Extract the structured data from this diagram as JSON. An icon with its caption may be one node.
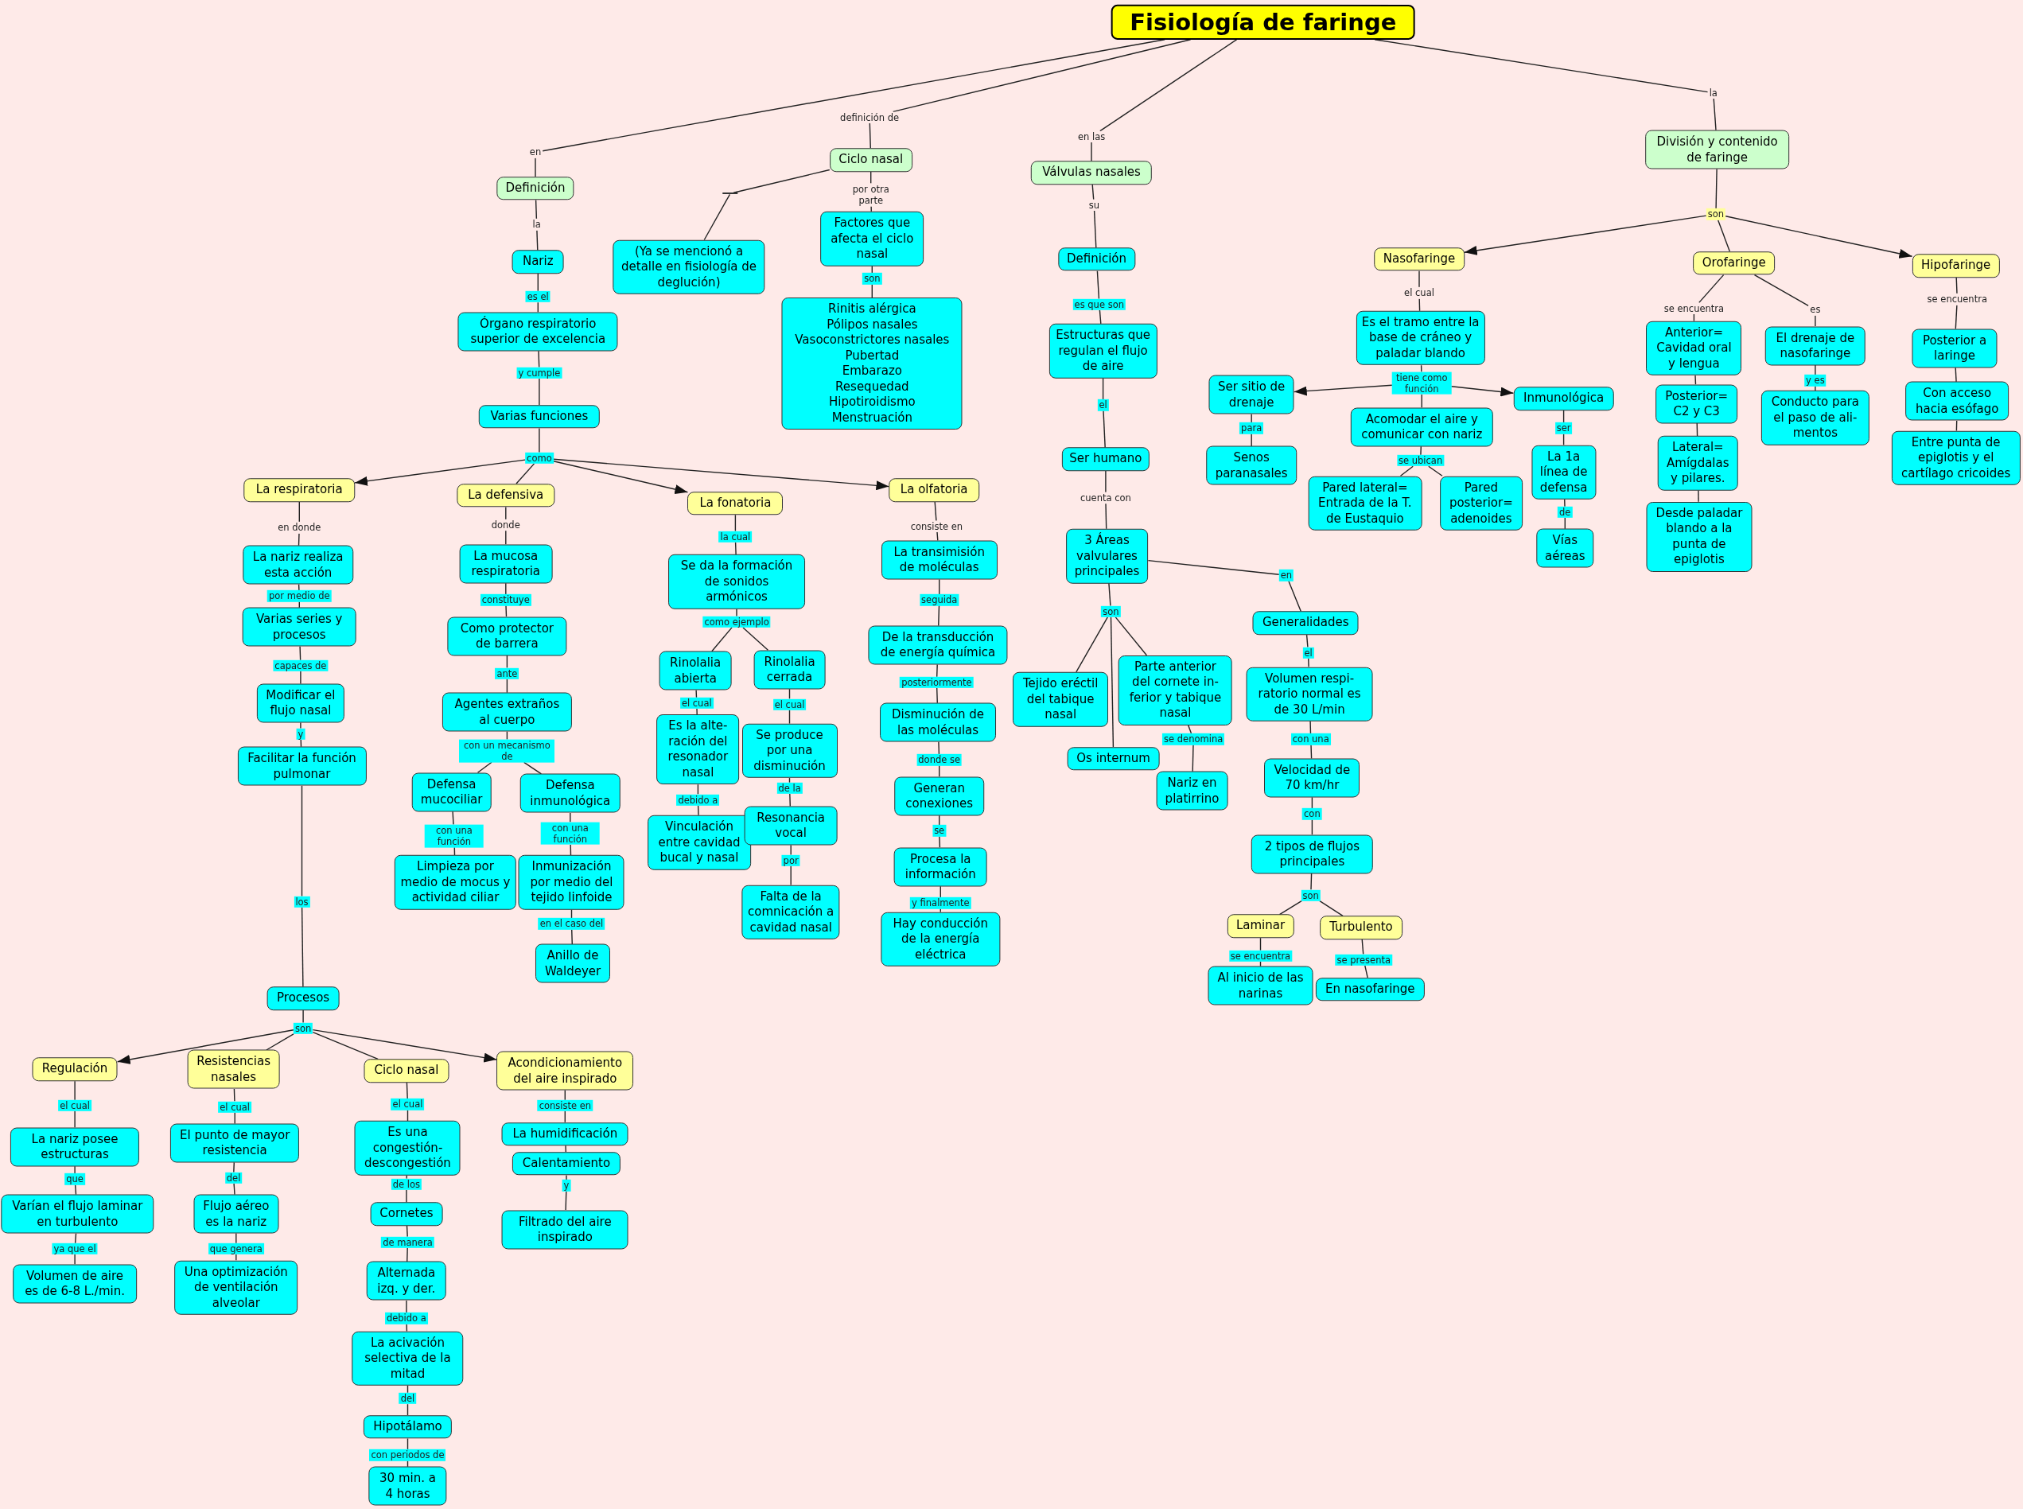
{
  "diagram": {
    "nodes": [
      {
        "text": [
          "Fisiología de faringe"
        ]
      },
      {
        "text": [
          "en"
        ]
      },
      {
        "text": [
          "definición de"
        ]
      },
      {
        "text": [
          "en las"
        ]
      },
      {
        "text": [
          "la"
        ]
      },
      {
        "text": [
          "Definición"
        ]
      },
      {
        "text": [
          "Ciclo nasal"
        ]
      },
      {
        "text": [
          "Válvulas nasales"
        ]
      },
      {
        "text": [
          "División y contenido de faringe"
        ]
      },
      {
        "text": [
          "la"
        ]
      },
      {
        "text": [
          "Nariz"
        ]
      },
      {
        "text": [
          "es el"
        ]
      },
      {
        "text": [
          "Órgano respiratorio superior de excelencia"
        ]
      },
      {
        "text": [
          "y cumple"
        ]
      },
      {
        "text": [
          "Varias funciones"
        ]
      },
      {
        "text": [
          "como"
        ]
      },
      {
        "text": [
          "La respiratoria"
        ]
      },
      {
        "text": [
          "La defensiva"
        ]
      },
      {
        "text": [
          "La fonatoria"
        ]
      },
      {
        "text": [
          "La olfatoria"
        ]
      },
      {
        "text": [
          "en donde"
        ]
      },
      {
        "text": [
          "La nariz realiza esta acción"
        ]
      },
      {
        "text": [
          "por medio de"
        ]
      },
      {
        "text": [
          "Varias series y procesos"
        ]
      },
      {
        "text": [
          "capaces de"
        ]
      },
      {
        "text": [
          "Modificar el flujo nasal"
        ]
      },
      {
        "text": [
          "y"
        ]
      },
      {
        "text": [
          "Facilitar la función pulmonar"
        ]
      },
      {
        "text": [
          "los"
        ]
      },
      {
        "text": [
          "Procesos"
        ]
      },
      {
        "text": [
          "son"
        ]
      },
      {
        "text": [
          "Regulación"
        ]
      },
      {
        "text": [
          "Resistencias nasales"
        ]
      },
      {
        "text": [
          "Ciclo nasal"
        ]
      },
      {
        "text": [
          "Acondicionamiento del aire inspirado"
        ]
      },
      {
        "text": [
          "el cual"
        ]
      },
      {
        "text": [
          "La nariz posee estructuras"
        ]
      },
      {
        "text": [
          "que"
        ]
      },
      {
        "text": [
          "Varían el flujo laminar en turbulento"
        ]
      },
      {
        "text": [
          "ya que el"
        ]
      },
      {
        "text": [
          "Volumen de aire es de 6-8 L./min."
        ]
      },
      {
        "text": [
          "el cual"
        ]
      },
      {
        "text": [
          "El punto de mayor resistencia"
        ]
      },
      {
        "text": [
          "del"
        ]
      },
      {
        "text": [
          "Flujo aéreo es la nariz"
        ]
      },
      {
        "text": [
          "que genera"
        ]
      },
      {
        "text": [
          "Una optimización de ventilación alveolar"
        ]
      },
      {
        "text": [
          "el cual"
        ]
      },
      {
        "text": [
          "Es una congestión- descongestión"
        ]
      },
      {
        "text": [
          "de los"
        ]
      },
      {
        "text": [
          "Cornetes"
        ]
      },
      {
        "text": [
          "de manera"
        ]
      },
      {
        "text": [
          "Alternada izq. y der."
        ]
      },
      {
        "text": [
          "debido a"
        ]
      },
      {
        "text": [
          "La acivación selectiva de la mitad"
        ]
      },
      {
        "text": [
          "del"
        ]
      },
      {
        "text": [
          "Hipotálamo"
        ]
      },
      {
        "text": [
          "con periodos de"
        ]
      },
      {
        "text": [
          "30 min. a 4 horas"
        ]
      },
      {
        "text": [
          "consiste en"
        ]
      },
      {
        "text": [
          "La humidificación"
        ]
      },
      {
        "text": [
          "Calentamiento"
        ]
      },
      {
        "text": [
          "y"
        ]
      },
      {
        "text": [
          "Filtrado del aire inspirado"
        ]
      },
      {
        "text": [
          "donde"
        ]
      },
      {
        "text": [
          "La mucosa respiratoria"
        ]
      },
      {
        "text": [
          "constituye"
        ]
      },
      {
        "text": [
          "Como protector de barrera"
        ]
      },
      {
        "text": [
          "ante"
        ]
      },
      {
        "text": [
          "Agentes extraños al cuerpo"
        ]
      },
      {
        "text": [
          "con un mecanismo de"
        ]
      },
      {
        "text": [
          "Defensa mucociliar"
        ]
      },
      {
        "text": [
          "Defensa inmunológica"
        ]
      },
      {
        "text": [
          "con una función"
        ]
      },
      {
        "text": [
          "Limpieza por medio de mocus y actividad ciliar"
        ]
      },
      {
        "text": [
          "con una función"
        ]
      },
      {
        "text": [
          "Inmunización por medio del tejido linfoide"
        ]
      },
      {
        "text": [
          "en el caso del"
        ]
      },
      {
        "text": [
          "Anillo de Waldeyer"
        ]
      },
      {
        "text": [
          "la cual"
        ]
      },
      {
        "text": [
          "Se da la formación de sonidos armónicos"
        ]
      },
      {
        "text": [
          "como ejemplo"
        ]
      },
      {
        "text": [
          "Rinolalia abierta"
        ]
      },
      {
        "text": [
          "Rinolalia cerrada"
        ]
      },
      {
        "text": [
          "el cual"
        ]
      },
      {
        "text": [
          "Es la alte- ración del resonador nasal"
        ]
      },
      {
        "text": [
          "debido a"
        ]
      },
      {
        "text": [
          "Vinculación entre cavidad bucal y nasal"
        ]
      },
      {
        "text": [
          "el cual"
        ]
      },
      {
        "text": [
          "Se produce por una disminución"
        ]
      },
      {
        "text": [
          "de la"
        ]
      },
      {
        "text": [
          "Resonancia vocal"
        ]
      },
      {
        "text": [
          "por"
        ]
      },
      {
        "text": [
          "Falta de la comnicación a cavidad nasal"
        ]
      },
      {
        "text": [
          "consiste en"
        ]
      },
      {
        "text": [
          "La transimisión de moléculas"
        ]
      },
      {
        "text": [
          "seguida"
        ]
      },
      {
        "text": [
          "De la transducción de energía química"
        ]
      },
      {
        "text": [
          "posteriormente"
        ]
      },
      {
        "text": [
          "Disminución de las moléculas"
        ]
      },
      {
        "text": [
          "donde se"
        ]
      },
      {
        "text": [
          "Generan conexiones"
        ]
      },
      {
        "text": [
          "se"
        ]
      },
      {
        "text": [
          "Procesa la información"
        ]
      },
      {
        "text": [
          "y finalmente"
        ]
      },
      {
        "text": [
          "Hay conducción de la energía eléctrica"
        ]
      },
      {
        "text": [],
        "shape": "bar"
      },
      {
        "text": [
          "(Ya se mencionó a detalle en fisiología de deglución)"
        ]
      },
      {
        "text": [
          "por otra parte"
        ]
      },
      {
        "text": [
          "Factores que afecta el ciclo nasal"
        ]
      },
      {
        "text": [
          "son"
        ]
      },
      {
        "text": [
          "Rinitis alérgica",
          "Pólipos nasales",
          "Vasoconstrictores nasales",
          "Pubertad",
          "Embarazo",
          "Resequedad",
          "Hipotiroidismo",
          "Menstruación"
        ]
      },
      {
        "text": [
          "su"
        ]
      },
      {
        "text": [
          "Definición"
        ]
      },
      {
        "text": [
          "es que son"
        ]
      },
      {
        "text": [
          "Estructuras que regulan el flujo de aire"
        ]
      },
      {
        "text": [
          "el"
        ]
      },
      {
        "text": [
          "Ser humano"
        ]
      },
      {
        "text": [
          "cuenta con"
        ]
      },
      {
        "text": [
          "3 Áreas valvulares principales"
        ]
      },
      {
        "text": [
          "son"
        ]
      },
      {
        "text": [
          "Tejido eréctil del tabique nasal"
        ]
      },
      {
        "text": [
          "Os internum"
        ]
      },
      {
        "text": [
          "Parte anterior del cornete in- ferior y tabique nasal"
        ]
      },
      {
        "text": [
          "se denomina"
        ]
      },
      {
        "text": [
          "Nariz en platirrino"
        ]
      },
      {
        "text": [
          "en"
        ]
      },
      {
        "text": [
          "Generalidades"
        ]
      },
      {
        "text": [
          "el"
        ]
      },
      {
        "text": [
          "Volumen respi- ratorio normal es de 30 L/min"
        ]
      },
      {
        "text": [
          "con una"
        ]
      },
      {
        "text": [
          "Velocidad de 70 km/hr"
        ]
      },
      {
        "text": [
          "con"
        ]
      },
      {
        "text": [
          "2 tipos de flujos principales"
        ]
      },
      {
        "text": [
          "son"
        ]
      },
      {
        "text": [
          "Laminar"
        ]
      },
      {
        "text": [
          "Turbulento"
        ]
      },
      {
        "text": [
          "se encuentra"
        ]
      },
      {
        "text": [
          "Al inicio de las narinas"
        ]
      },
      {
        "text": [
          "se presenta"
        ]
      },
      {
        "text": [
          "En nasofaringe"
        ]
      },
      {
        "text": [
          "son"
        ]
      },
      {
        "text": [
          "Nasofaringe"
        ]
      },
      {
        "text": [
          "Orofaringe"
        ]
      },
      {
        "text": [
          "Hipofaringe"
        ]
      },
      {
        "text": [
          "el cual"
        ]
      },
      {
        "text": [
          "Es el tramo entre la base de cráneo y paladar blando"
        ]
      },
      {
        "text": [
          "tiene como función"
        ]
      },
      {
        "text": [
          "Ser sitio de drenaje"
        ]
      },
      {
        "text": [
          "Acomodar el aire y comunicar con nariz"
        ]
      },
      {
        "text": [
          "Inmunológica"
        ]
      },
      {
        "text": [
          "para"
        ]
      },
      {
        "text": [
          "Senos paranasales"
        ]
      },
      {
        "text": [
          "se ubican"
        ]
      },
      {
        "text": [
          "Pared lateral= Entrada de la T. de Eustaquio"
        ]
      },
      {
        "text": [
          "Pared posterior= adenoides"
        ]
      },
      {
        "text": [
          "ser"
        ]
      },
      {
        "text": [
          "La 1a línea de defensa"
        ]
      },
      {
        "text": [
          "de"
        ]
      },
      {
        "text": [
          "Vías aéreas"
        ]
      },
      {
        "text": [
          "se encuentra"
        ]
      },
      {
        "text": [
          "Anterior= Cavidad oral y lengua"
        ]
      },
      {
        "text": [
          "Posterior= C2 y C3"
        ]
      },
      {
        "text": [
          "Lateral= Amígdalas y pilares."
        ]
      },
      {
        "text": [
          "Desde paladar blando a la punta de epiglotis"
        ]
      },
      {
        "text": [
          "es"
        ]
      },
      {
        "text": [
          "El drenaje de nasofaringe"
        ]
      },
      {
        "text": [
          "y es"
        ]
      },
      {
        "text": [
          "Conducto para el paso de ali- mentos"
        ]
      },
      {
        "text": [
          "se encuentra"
        ]
      },
      {
        "text": [
          "Posterior a laringe"
        ]
      },
      {
        "text": [
          "Con acceso hacia esófago"
        ]
      },
      {
        "text": [
          "Entre punta de epiglotis y el cartílago cricoides"
        ]
      }
    ],
    "edges": [
      {
        "from": 0,
        "to": 1,
        "arrow": "none"
      },
      {
        "from": 1,
        "to": 5,
        "arrow": "none"
      },
      {
        "from": 0,
        "to": 2,
        "arrow": "none"
      },
      {
        "from": 2,
        "to": 6,
        "arrow": "none"
      },
      {
        "from": 0,
        "to": 3,
        "arrow": "none"
      },
      {
        "from": 3,
        "to": 7,
        "arrow": "none"
      },
      {
        "from": 0,
        "to": 4,
        "arrow": "none"
      },
      {
        "from": 4,
        "to": 8,
        "arrow": "none"
      },
      {
        "from": 5,
        "to": 9,
        "arrow": "none"
      },
      {
        "from": 9,
        "to": 10,
        "arrow": "none"
      },
      {
        "from": 10,
        "to": 11,
        "arrow": "none"
      },
      {
        "from": 11,
        "to": 12,
        "arrow": "none"
      },
      {
        "from": 12,
        "to": 13,
        "arrow": "none"
      },
      {
        "from": 13,
        "to": 14,
        "arrow": "none"
      },
      {
        "from": 14,
        "to": 15,
        "arrow": "none"
      },
      {
        "from": 15,
        "to": 16,
        "arrow": "to"
      },
      {
        "from": 15,
        "to": 17,
        "arrow": "none"
      },
      {
        "from": 15,
        "to": 18,
        "arrow": "to"
      },
      {
        "from": 15,
        "to": 19,
        "arrow": "to"
      },
      {
        "from": 16,
        "to": 20,
        "arrow": "none"
      },
      {
        "from": 20,
        "to": 21,
        "arrow": "none"
      },
      {
        "from": 21,
        "to": 22,
        "arrow": "none"
      },
      {
        "from": 22,
        "to": 23,
        "arrow": "none"
      },
      {
        "from": 23,
        "to": 24,
        "arrow": "none"
      },
      {
        "from": 24,
        "to": 25,
        "arrow": "none"
      },
      {
        "from": 25,
        "to": 26,
        "arrow": "none"
      },
      {
        "from": 26,
        "to": 27,
        "arrow": "none"
      },
      {
        "from": 27,
        "to": 28,
        "arrow": "none"
      },
      {
        "from": 28,
        "to": 29,
        "arrow": "none"
      },
      {
        "from": 29,
        "to": 30,
        "arrow": "none"
      },
      {
        "from": 30,
        "to": 31,
        "arrow": "to"
      },
      {
        "from": 30,
        "to": 32,
        "arrow": "none"
      },
      {
        "from": 30,
        "to": 33,
        "arrow": "none"
      },
      {
        "from": 30,
        "to": 34,
        "arrow": "to"
      },
      {
        "from": 31,
        "to": 35,
        "arrow": "none"
      },
      {
        "from": 35,
        "to": 36,
        "arrow": "none"
      },
      {
        "from": 36,
        "to": 37,
        "arrow": "none"
      },
      {
        "from": 37,
        "to": 38,
        "arrow": "none"
      },
      {
        "from": 38,
        "to": 39,
        "arrow": "none"
      },
      {
        "from": 39,
        "to": 40,
        "arrow": "none"
      },
      {
        "from": 32,
        "to": 41,
        "arrow": "none"
      },
      {
        "from": 41,
        "to": 42,
        "arrow": "none"
      },
      {
        "from": 42,
        "to": 43,
        "arrow": "none"
      },
      {
        "from": 43,
        "to": 44,
        "arrow": "none"
      },
      {
        "from": 44,
        "to": 45,
        "arrow": "none"
      },
      {
        "from": 45,
        "to": 46,
        "arrow": "none"
      },
      {
        "from": 33,
        "to": 47,
        "arrow": "none"
      },
      {
        "from": 47,
        "to": 48,
        "arrow": "none"
      },
      {
        "from": 48,
        "to": 49,
        "arrow": "none"
      },
      {
        "from": 49,
        "to": 50,
        "arrow": "none"
      },
      {
        "from": 50,
        "to": 51,
        "arrow": "none"
      },
      {
        "from": 51,
        "to": 52,
        "arrow": "none"
      },
      {
        "from": 52,
        "to": 53,
        "arrow": "none"
      },
      {
        "from": 53,
        "to": 54,
        "arrow": "none"
      },
      {
        "from": 54,
        "to": 55,
        "arrow": "none"
      },
      {
        "from": 55,
        "to": 56,
        "arrow": "none"
      },
      {
        "from": 56,
        "to": 57,
        "arrow": "none"
      },
      {
        "from": 57,
        "to": 58,
        "arrow": "none"
      },
      {
        "from": 34,
        "to": 59,
        "arrow": "none"
      },
      {
        "from": 59,
        "to": 60,
        "arrow": "none"
      },
      {
        "from": 60,
        "to": 61,
        "arrow": "none"
      },
      {
        "from": 61,
        "to": 62,
        "arrow": "none"
      },
      {
        "from": 62,
        "to": 63,
        "arrow": "none"
      },
      {
        "from": 17,
        "to": 64,
        "arrow": "none"
      },
      {
        "from": 64,
        "to": 65,
        "arrow": "none"
      },
      {
        "from": 65,
        "to": 66,
        "arrow": "none"
      },
      {
        "from": 66,
        "to": 67,
        "arrow": "none"
      },
      {
        "from": 67,
        "to": 68,
        "arrow": "none"
      },
      {
        "from": 68,
        "to": 69,
        "arrow": "none"
      },
      {
        "from": 69,
        "to": 70,
        "arrow": "none"
      },
      {
        "from": 70,
        "to": 71,
        "arrow": "none"
      },
      {
        "from": 70,
        "to": 72,
        "arrow": "none"
      },
      {
        "from": 71,
        "to": 73,
        "arrow": "none"
      },
      {
        "from": 73,
        "to": 74,
        "arrow": "none"
      },
      {
        "from": 72,
        "to": 75,
        "arrow": "none"
      },
      {
        "from": 75,
        "to": 76,
        "arrow": "none"
      },
      {
        "from": 76,
        "to": 77,
        "arrow": "none"
      },
      {
        "from": 77,
        "to": 78,
        "arrow": "none"
      },
      {
        "from": 18,
        "to": 79,
        "arrow": "none"
      },
      {
        "from": 79,
        "to": 80,
        "arrow": "none"
      },
      {
        "from": 80,
        "to": 81,
        "arrow": "none"
      },
      {
        "from": 81,
        "to": 82,
        "arrow": "none"
      },
      {
        "from": 81,
        "to": 83,
        "arrow": "none"
      },
      {
        "from": 82,
        "to": 84,
        "arrow": "none"
      },
      {
        "from": 84,
        "to": 85,
        "arrow": "none"
      },
      {
        "from": 85,
        "to": 86,
        "arrow": "none"
      },
      {
        "from": 86,
        "to": 87,
        "arrow": "none"
      },
      {
        "from": 83,
        "to": 88,
        "arrow": "none"
      },
      {
        "from": 88,
        "to": 89,
        "arrow": "none"
      },
      {
        "from": 89,
        "to": 90,
        "arrow": "none"
      },
      {
        "from": 90,
        "to": 91,
        "arrow": "none"
      },
      {
        "from": 91,
        "to": 92,
        "arrow": "none"
      },
      {
        "from": 92,
        "to": 93,
        "arrow": "none"
      },
      {
        "from": 19,
        "to": 94,
        "arrow": "none"
      },
      {
        "from": 94,
        "to": 95,
        "arrow": "none"
      },
      {
        "from": 95,
        "to": 96,
        "arrow": "none"
      },
      {
        "from": 96,
        "to": 97,
        "arrow": "none"
      },
      {
        "from": 97,
        "to": 98,
        "arrow": "none"
      },
      {
        "from": 98,
        "to": 99,
        "arrow": "none"
      },
      {
        "from": 99,
        "to": 100,
        "arrow": "none"
      },
      {
        "from": 100,
        "to": 101,
        "arrow": "none"
      },
      {
        "from": 101,
        "to": 102,
        "arrow": "none"
      },
      {
        "from": 102,
        "to": 103,
        "arrow": "none"
      },
      {
        "from": 103,
        "to": 104,
        "arrow": "none"
      },
      {
        "from": 104,
        "to": 105,
        "arrow": "none"
      },
      {
        "from": 6,
        "to": 106,
        "arrow": "none"
      },
      {
        "from": 106,
        "to": 107,
        "arrow": "none"
      },
      {
        "from": 6,
        "to": 108,
        "arrow": "none"
      },
      {
        "from": 108,
        "to": 109,
        "arrow": "none"
      },
      {
        "from": 109,
        "to": 110,
        "arrow": "none"
      },
      {
        "from": 110,
        "to": 111,
        "arrow": "none"
      },
      {
        "from": 7,
        "to": 112,
        "arrow": "none"
      },
      {
        "from": 112,
        "to": 113,
        "arrow": "none"
      },
      {
        "from": 113,
        "to": 114,
        "arrow": "none"
      },
      {
        "from": 114,
        "to": 115,
        "arrow": "none"
      },
      {
        "from": 115,
        "to": 116,
        "arrow": "none"
      },
      {
        "from": 116,
        "to": 117,
        "arrow": "none"
      },
      {
        "from": 117,
        "to": 118,
        "arrow": "none"
      },
      {
        "from": 118,
        "to": 119,
        "arrow": "none"
      },
      {
        "from": 119,
        "to": 120,
        "arrow": "none"
      },
      {
        "from": 120,
        "to": 121,
        "arrow": "none"
      },
      {
        "from": 120,
        "to": 122,
        "arrow": "none"
      },
      {
        "from": 120,
        "to": 123,
        "arrow": "none"
      },
      {
        "from": 123,
        "to": 124,
        "arrow": "none"
      },
      {
        "from": 124,
        "to": 125,
        "arrow": "none"
      },
      {
        "from": 119,
        "to": 126,
        "arrow": "none"
      },
      {
        "from": 126,
        "to": 127,
        "arrow": "none"
      },
      {
        "from": 127,
        "to": 128,
        "arrow": "none"
      },
      {
        "from": 128,
        "to": 129,
        "arrow": "none"
      },
      {
        "from": 129,
        "to": 130,
        "arrow": "none"
      },
      {
        "from": 130,
        "to": 131,
        "arrow": "none"
      },
      {
        "from": 131,
        "to": 132,
        "arrow": "none"
      },
      {
        "from": 132,
        "to": 133,
        "arrow": "none"
      },
      {
        "from": 133,
        "to": 134,
        "arrow": "none"
      },
      {
        "from": 134,
        "to": 135,
        "arrow": "none"
      },
      {
        "from": 134,
        "to": 136,
        "arrow": "none"
      },
      {
        "from": 135,
        "to": 137,
        "arrow": "none"
      },
      {
        "from": 137,
        "to": 138,
        "arrow": "none"
      },
      {
        "from": 136,
        "to": 139,
        "arrow": "none"
      },
      {
        "from": 139,
        "to": 140,
        "arrow": "none"
      },
      {
        "from": 8,
        "to": 141,
        "arrow": "none"
      },
      {
        "from": 141,
        "to": 142,
        "arrow": "to"
      },
      {
        "from": 141,
        "to": 143,
        "arrow": "none"
      },
      {
        "from": 141,
        "to": 144,
        "arrow": "to"
      },
      {
        "from": 142,
        "to": 145,
        "arrow": "none"
      },
      {
        "from": 145,
        "to": 146,
        "arrow": "none"
      },
      {
        "from": 146,
        "to": 147,
        "arrow": "none"
      },
      {
        "from": 147,
        "to": 148,
        "arrow": "to"
      },
      {
        "from": 147,
        "to": 149,
        "arrow": "none"
      },
      {
        "from": 147,
        "to": 150,
        "arrow": "to"
      },
      {
        "from": 148,
        "to": 151,
        "arrow": "none"
      },
      {
        "from": 151,
        "to": 152,
        "arrow": "none"
      },
      {
        "from": 149,
        "to": 153,
        "arrow": "none"
      },
      {
        "from": 153,
        "to": 154,
        "arrow": "none"
      },
      {
        "from": 153,
        "to": 155,
        "arrow": "none"
      },
      {
        "from": 150,
        "to": 156,
        "arrow": "none"
      },
      {
        "from": 156,
        "to": 157,
        "arrow": "none"
      },
      {
        "from": 157,
        "to": 158,
        "arrow": "none"
      },
      {
        "from": 158,
        "to": 159,
        "arrow": "none"
      },
      {
        "from": 143,
        "to": 160,
        "arrow": "none"
      },
      {
        "from": 160,
        "to": 161,
        "arrow": "none"
      },
      {
        "from": 161,
        "to": 162,
        "arrow": "none"
      },
      {
        "from": 162,
        "to": 163,
        "arrow": "none"
      },
      {
        "from": 163,
        "to": 164,
        "arrow": "none"
      },
      {
        "from": 143,
        "to": 165,
        "arrow": "none"
      },
      {
        "from": 165,
        "to": 166,
        "arrow": "none"
      },
      {
        "from": 166,
        "to": 167,
        "arrow": "none"
      },
      {
        "from": 167,
        "to": 168,
        "arrow": "none"
      },
      {
        "from": 144,
        "to": 169,
        "arrow": "none"
      },
      {
        "from": 169,
        "to": 170,
        "arrow": "none"
      },
      {
        "from": 170,
        "to": 171,
        "arrow": "none"
      },
      {
        "from": 171,
        "to": 172,
        "arrow": "none"
      }
    ]
  }
}
